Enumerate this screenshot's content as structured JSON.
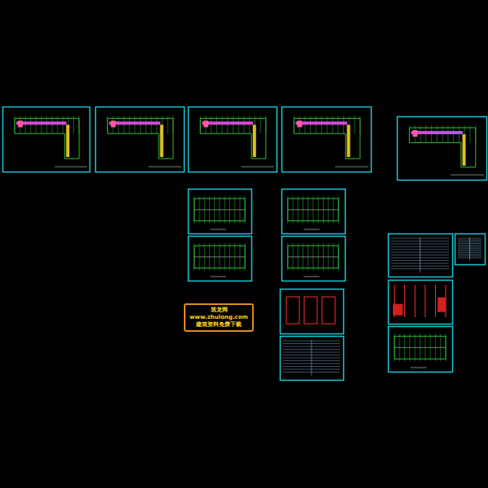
{
  "diagram": {
    "nodes": [
      {
        "text": [
          "筑龙网",
          "www.zhulong.com",
          "建筑资料免费下载"
        ]
      }
    ]
  }
}
